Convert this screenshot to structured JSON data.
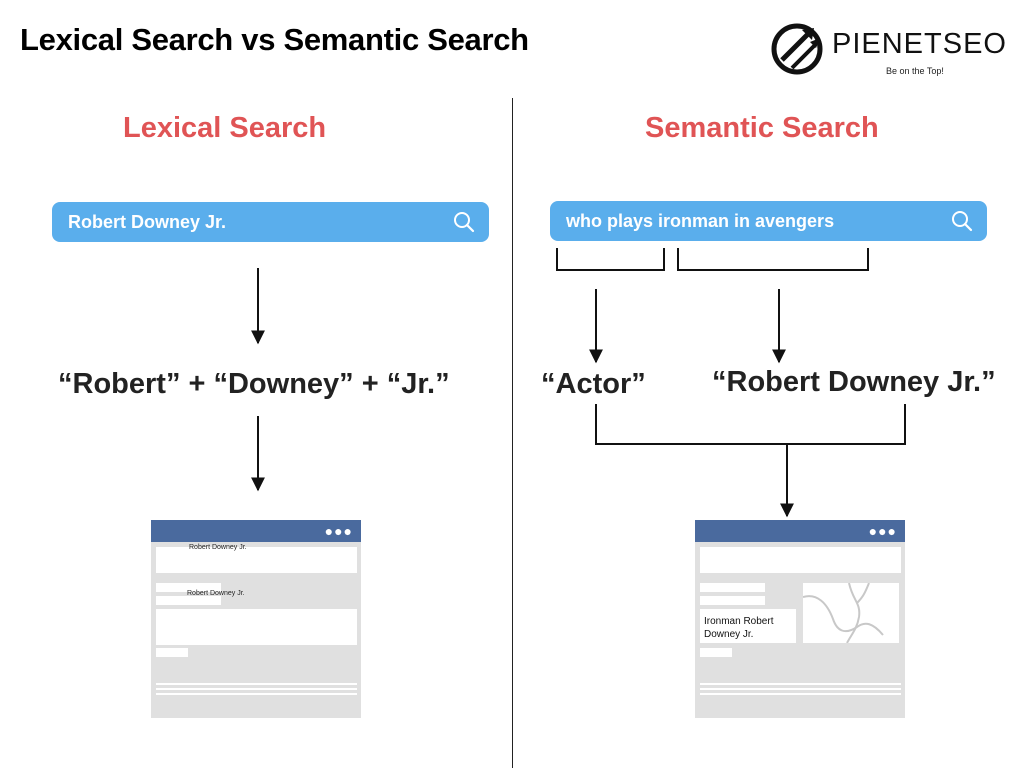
{
  "title": "Lexical Search vs Semantic Search",
  "logo": {
    "name": "PIENETSEO",
    "tagline": "Be on the Top!",
    "icon": "growth-arrow-icon"
  },
  "colors": {
    "accent": "#e05455",
    "searchbar": "#5aaeec",
    "browser_bar": "#4a6a9e",
    "browser_bg": "#e0e0e0"
  },
  "lexical": {
    "heading": "Lexical Search",
    "query": "Robert Downey Jr.",
    "tokens": "“Robert” + “Downey” + “Jr.”",
    "result_snippet_1": "Robert Downey Jr.",
    "result_snippet_2": "Robert Downey Jr."
  },
  "semantic": {
    "heading": "Semantic Search",
    "query": "who plays ironman in avengers",
    "concept_1": "“Actor”",
    "concept_2": "“Robert Downey Jr.”",
    "result_snippet": "Ironman Robert Downey Jr."
  }
}
